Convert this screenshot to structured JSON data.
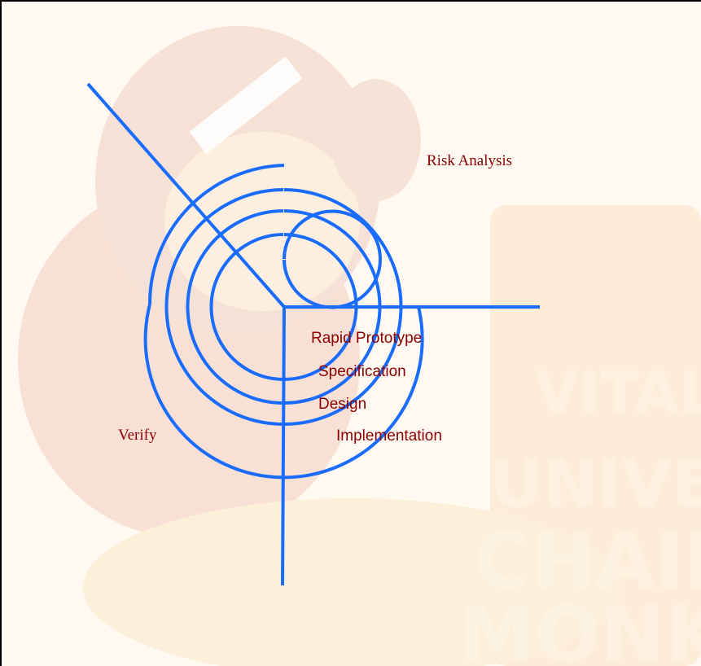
{
  "labels": {
    "risk_analysis": "Risk Analysis",
    "verify": "Verify",
    "rapid_prototype": "Rapid Prototype",
    "specification": "Specification",
    "design": "Design",
    "implementation": "Implementation"
  },
  "colors": {
    "axis_and_spiral": "#1a6cff",
    "label_text": "#8b0000",
    "background_tint": "#fff9f2"
  }
}
